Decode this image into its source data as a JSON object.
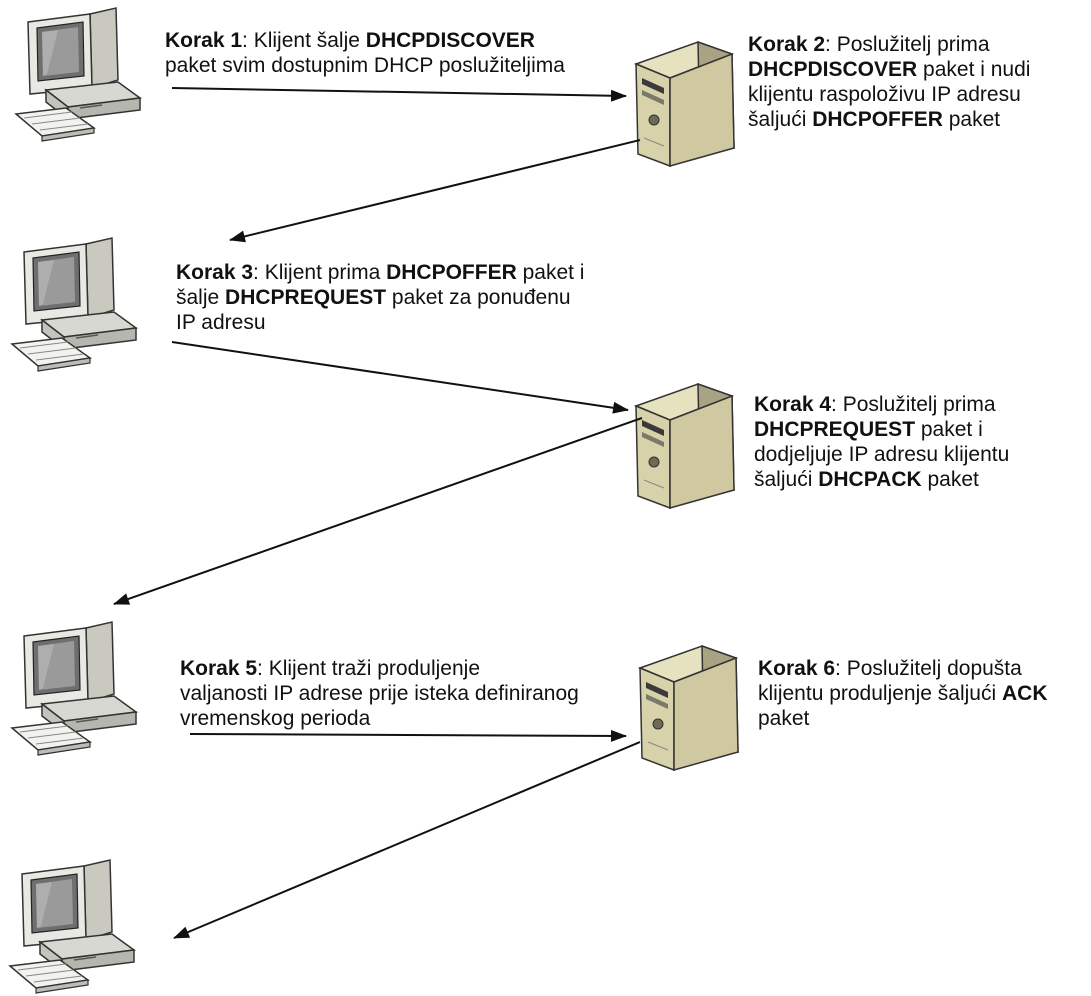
{
  "steps": [
    {
      "id": "step-1",
      "lines": [
        [
          {
            "t": "Korak 1",
            "b": true
          },
          {
            "t": ": Klijent šalje "
          },
          {
            "t": "DHCPDISCOVER",
            "b": true
          }
        ],
        [
          {
            "t": "paket svim dostupnim DHCP poslužiteljima"
          }
        ]
      ]
    },
    {
      "id": "step-2",
      "lines": [
        [
          {
            "t": "Korak 2",
            "b": true
          },
          {
            "t": ": Poslužitelj prima"
          }
        ],
        [
          {
            "t": "DHCPDISCOVER",
            "b": true
          },
          {
            "t": " paket i nudi"
          }
        ],
        [
          {
            "t": "klijentu raspoloživu IP adresu"
          }
        ],
        [
          {
            "t": "šaljući "
          },
          {
            "t": "DHCPOFFER",
            "b": true
          },
          {
            "t": " paket"
          }
        ]
      ]
    },
    {
      "id": "step-3",
      "lines": [
        [
          {
            "t": "Korak 3",
            "b": true
          },
          {
            "t": ": Klijent prima "
          },
          {
            "t": "DHCPOFFER",
            "b": true
          },
          {
            "t": " paket i"
          }
        ],
        [
          {
            "t": "šalje "
          },
          {
            "t": "DHCPREQUEST",
            "b": true
          },
          {
            "t": " paket za ponuđenu"
          }
        ],
        [
          {
            "t": "IP adresu"
          }
        ]
      ]
    },
    {
      "id": "step-4",
      "lines": [
        [
          {
            "t": "Korak 4",
            "b": true
          },
          {
            "t": ": Poslužitelj prima"
          }
        ],
        [
          {
            "t": "DHCPREQUEST",
            "b": true
          },
          {
            "t": " paket i"
          }
        ],
        [
          {
            "t": "dodjeljuje IP adresu klijentu"
          }
        ],
        [
          {
            "t": "šaljući "
          },
          {
            "t": "DHCPACK",
            "b": true
          },
          {
            "t": " paket"
          }
        ]
      ]
    },
    {
      "id": "step-5",
      "lines": [
        [
          {
            "t": "Korak 5",
            "b": true
          },
          {
            "t": ": Klijent traži produljenje"
          }
        ],
        [
          {
            "t": "valjanosti IP adrese prije isteka definiranog"
          }
        ],
        [
          {
            "t": "vremenskog perioda"
          }
        ]
      ]
    },
    {
      "id": "step-6",
      "lines": [
        [
          {
            "t": "Korak 6",
            "b": true
          },
          {
            "t": ": Poslužitelj dopušta"
          }
        ],
        [
          {
            "t": "klijentu produljenje šaljući "
          },
          {
            "t": "ACK",
            "b": true
          }
        ],
        [
          {
            "t": "paket"
          }
        ]
      ]
    }
  ],
  "icons": {
    "client": "client-computer-icon",
    "server": "server-tower-icon"
  }
}
